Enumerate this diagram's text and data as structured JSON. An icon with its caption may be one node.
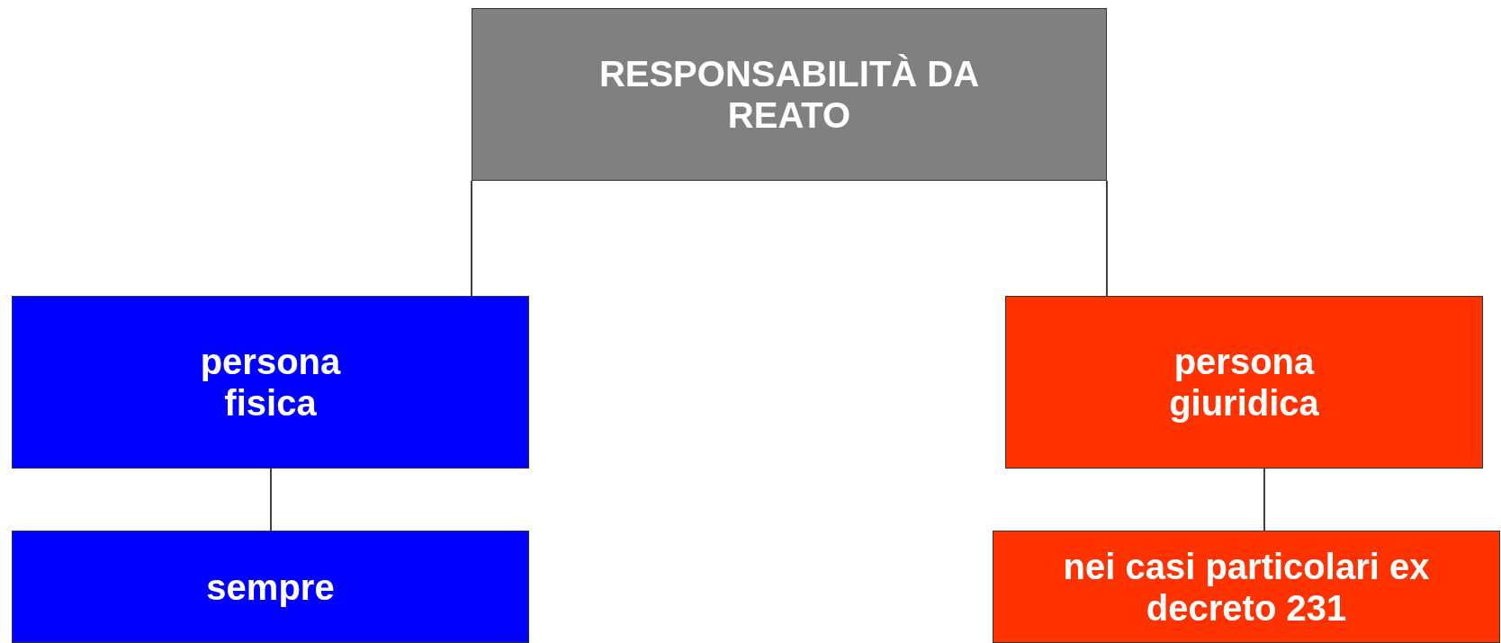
{
  "diagram": {
    "nodes": [
      {
        "text": [
          "RESPONSABILITÀ DA REATO"
        ]
      },
      {
        "text": [
          "persona fisica"
        ]
      },
      {
        "text": [
          "persona giuridica"
        ]
      },
      {
        "text": [
          "sempre"
        ]
      },
      {
        "text": [
          "nei casi particolari ex decreto 231"
        ]
      }
    ],
    "edges": [
      {
        "from": 0,
        "to": 1,
        "arrow": "none"
      },
      {
        "from": 0,
        "to": 2,
        "arrow": "none"
      },
      {
        "from": 1,
        "to": 3,
        "arrow": "none"
      },
      {
        "from": 2,
        "to": 4,
        "arrow": "none"
      }
    ]
  }
}
